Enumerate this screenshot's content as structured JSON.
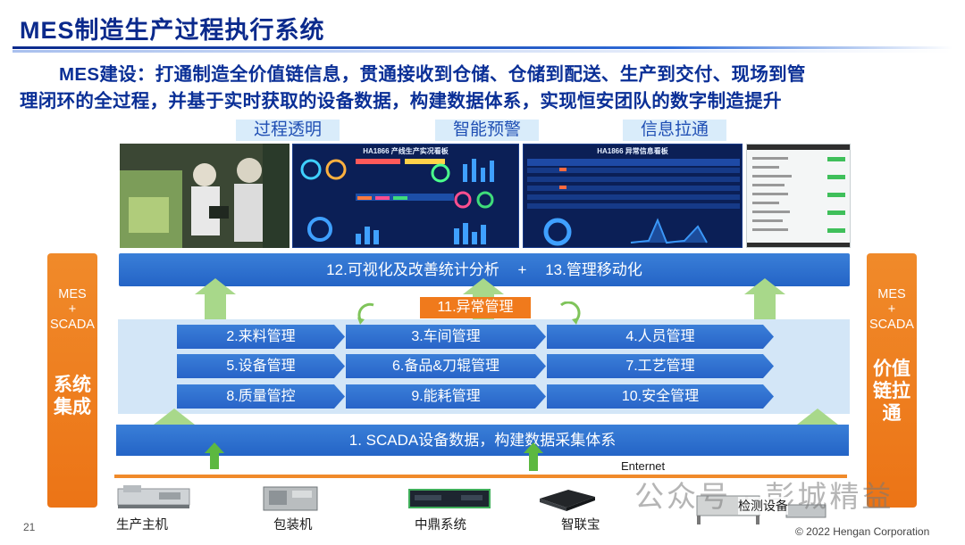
{
  "title": "MES制造生产过程执行系统",
  "description": {
    "line1": "MES建设：打通制造全价值链信息，贯通接收到仓储、仓储到配送、生产到交付、现场到管",
    "line2": "理闭环的全过程，并基于实时获取的设备数据，构建数据体系，实现恒安团队的数字制造提升"
  },
  "captions": [
    "过程透明",
    "智能预警",
    "信息拉通"
  ],
  "dashboards": {
    "dash1_title": "HA1866 产线生产实况看板",
    "dash2_title": "HA1866 异常信息看板"
  },
  "left_panel": {
    "top_line1": "MES",
    "top_line2": "+",
    "top_line3": "SCADA",
    "big_line1": "系统",
    "big_line2": "集成"
  },
  "right_panel": {
    "top_line1": "MES",
    "top_line2": "+",
    "top_line3": "SCADA",
    "big_line1": "价值",
    "big_line2": "链拉",
    "big_line3": "通"
  },
  "top_bar": {
    "left": "12.可视化及改善统计分析",
    "plus": "+",
    "right": "13.管理移动化"
  },
  "exception": "11.异常管理",
  "modules": [
    "2.来料管理",
    "3.车间管理",
    "4.人员管理",
    "5.设备管理",
    "6.备品&刀辊管理",
    "7.工艺管理",
    "8.质量管控",
    "9.能耗管理",
    "10.安全管理"
  ],
  "bottom_bar": "1. SCADA设备数据，构建数据采集体系",
  "ethernet": "Enternet",
  "devices": [
    "生产主机",
    "包装机",
    "中鼎系统",
    "智联宝",
    "检测设备"
  ],
  "page_number": "21",
  "copyright": "© 2022 Hengan Corporation",
  "watermark": "公众号 · 彭城精益",
  "colors": {
    "title_blue": "#0b2a8c",
    "bar_blue": "#2e6fd0",
    "orange": "#ec7416",
    "arrow_green": "#a8d88a",
    "light_blue": "#d3e6f7"
  }
}
